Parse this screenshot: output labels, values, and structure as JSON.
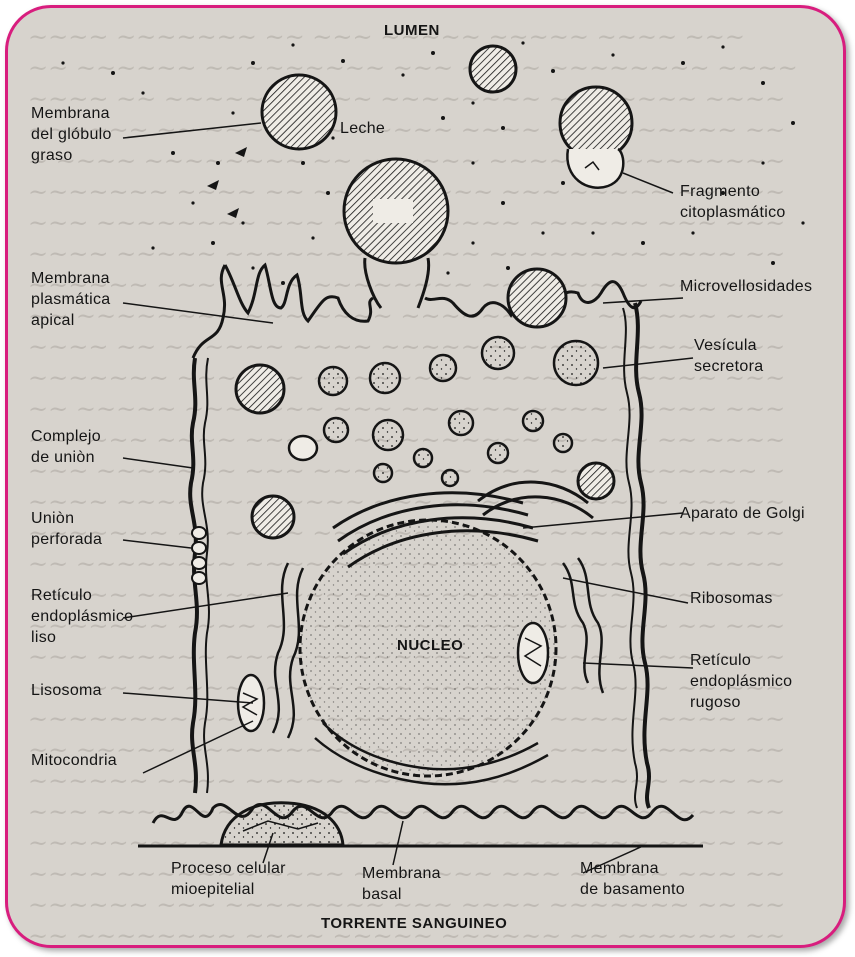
{
  "diagram": {
    "top_title": "LUMEN",
    "bottom_title": "TORRENTE SANGUINEO",
    "nucleus_label": "NUCLEO",
    "milk_label": "Leche",
    "left_labels": [
      [
        "Membrana",
        "del glóbulo",
        "graso"
      ],
      [
        "Membrana",
        "plasmática",
        "apical"
      ],
      [
        "Complejo",
        "de uniòn"
      ],
      [
        "Uniòn",
        "perforada"
      ],
      [
        "Retículo",
        "endoplásmico",
        "liso"
      ],
      [
        "Lisosoma"
      ],
      [
        "Mitocondria"
      ]
    ],
    "right_labels": [
      [
        "Fragmento",
        "citoplasmático"
      ],
      [
        "Microvellosidades"
      ],
      [
        "Vesícula",
        "secretora"
      ],
      [
        "Aparato de Golgi"
      ],
      [
        "Ribosomas"
      ],
      [
        "Retículo",
        "endoplásmico",
        "rugoso"
      ]
    ],
    "bottom_labels": [
      [
        "Proceso celular",
        "mioepitelial"
      ],
      [
        "Membrana",
        "basal"
      ],
      [
        "Membrana",
        "de basamento"
      ]
    ],
    "colors": {
      "frame_border": "#d81d7e",
      "paper": "#d7d3cd",
      "ink": "#151515"
    }
  }
}
